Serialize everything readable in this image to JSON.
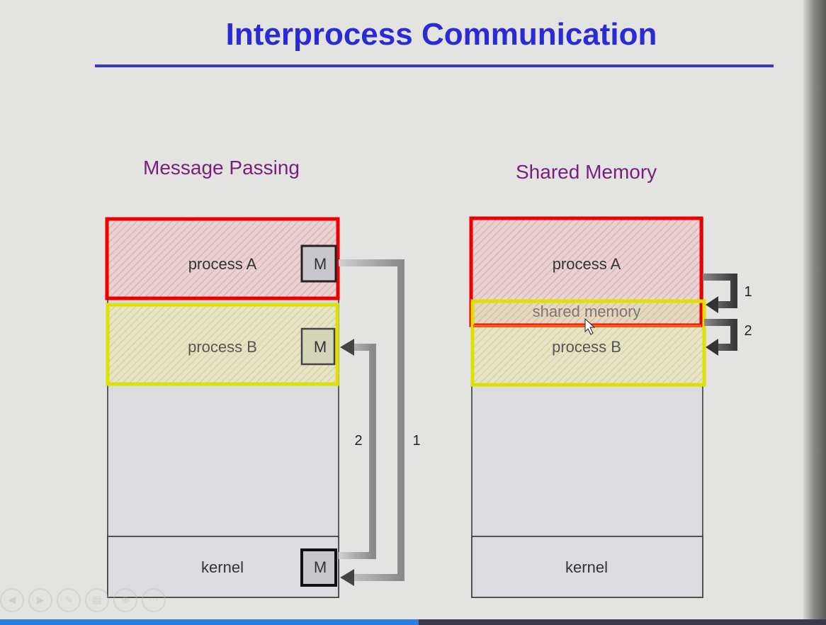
{
  "slide": {
    "title": "Interprocess Communication"
  },
  "message_passing": {
    "heading": "Message Passing",
    "process_a_label": "process A",
    "process_b_label": "process B",
    "kernel_label": "kernel",
    "message_label": "M",
    "step_1_label": "1",
    "step_2_label": "2"
  },
  "shared_memory": {
    "heading": "Shared Memory",
    "process_a_label": "process A",
    "shared_memory_label": "shared memory",
    "process_b_label": "process B",
    "kernel_label": "kernel",
    "step_1_label": "1",
    "step_2_label": "2"
  },
  "colors": {
    "title": "#2b2bd6",
    "heading": "#7a1f7a",
    "highlight_red": "#ee0000",
    "highlight_yellow": "#e0e000",
    "progress": "#2e7de0"
  },
  "player": {
    "progress": 0.507,
    "controls": [
      "previous-icon",
      "next-icon",
      "pen-icon",
      "document-icon",
      "zoom-icon",
      "menu-icon"
    ]
  }
}
